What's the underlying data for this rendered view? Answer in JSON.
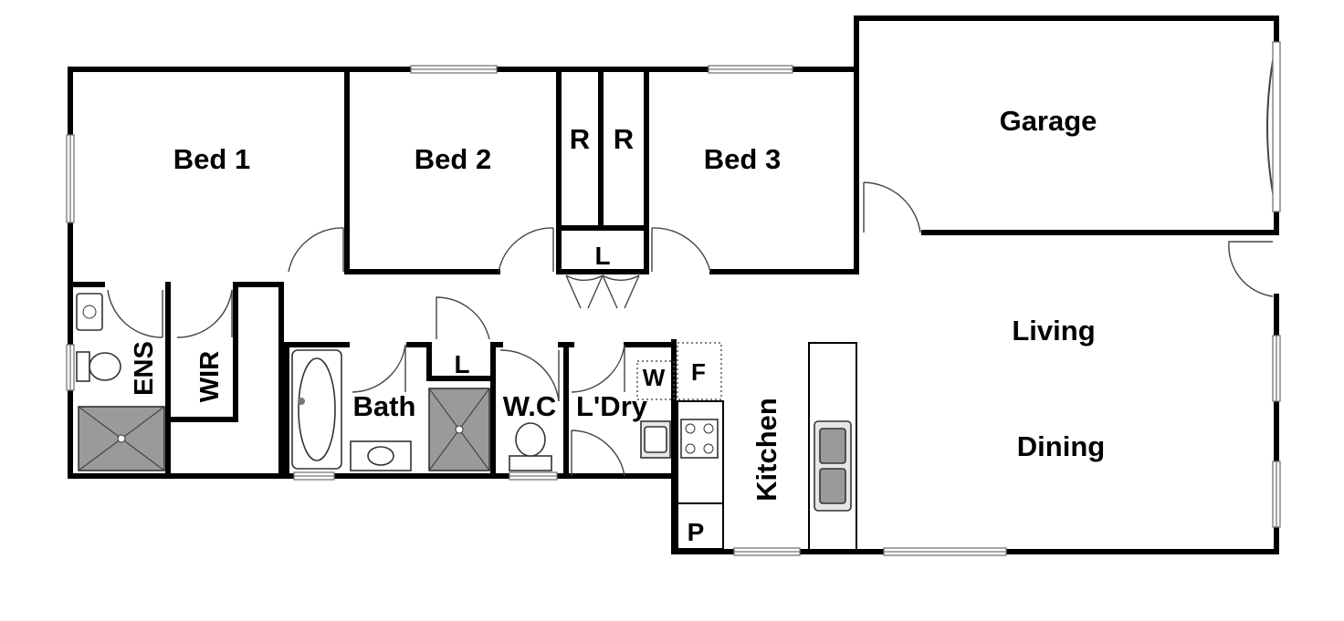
{
  "rooms": {
    "bed1": "Bed 1",
    "bed2": "Bed 2",
    "bed3": "Bed 3",
    "robe_left": "R",
    "robe_right": "R",
    "garage": "Garage",
    "linen_top": "L",
    "linen_bottom": "L",
    "ensuite": "ENS",
    "wir": "WIR",
    "bath": "Bath",
    "wc": "W.C",
    "laundry": "L'Dry",
    "washer": "W",
    "fridge": "F",
    "kitchen": "Kitchen",
    "pantry": "P",
    "living": "Living",
    "dining": "Dining"
  },
  "colors": {
    "wall": "#000000",
    "fixture": "#9a9a9a",
    "background": "#ffffff"
  }
}
